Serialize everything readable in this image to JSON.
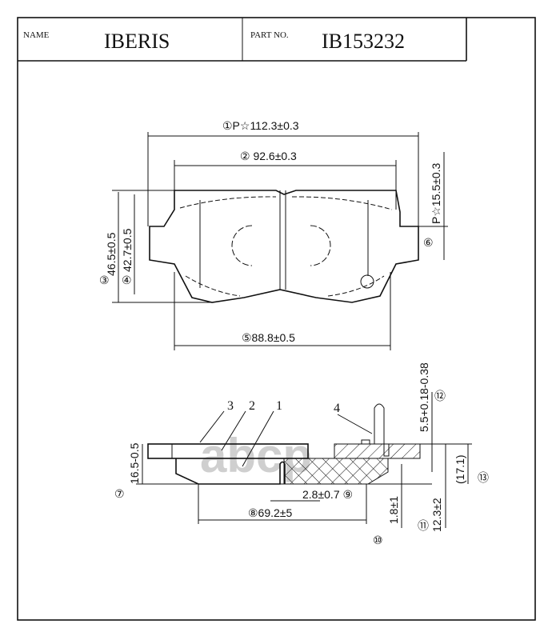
{
  "header": {
    "name_label": "NAME",
    "name_value": "IBERIS",
    "part_label": "PART NO.",
    "part_value": "IB153232"
  },
  "top_view": {
    "dim1": "①P☆112.3±0.3",
    "dim2": "② 92.6±0.3",
    "dim3": "46.5±0.5",
    "dim3_marker": "③",
    "dim4": "42.7±0.5",
    "dim4_marker": "④",
    "dim5": "⑤88.8±0.5",
    "dim6": "P☆15.5±0.3",
    "dim6_marker": "⑥"
  },
  "side_view": {
    "part_labels": [
      "1",
      "2",
      "3",
      "4"
    ],
    "dim7": "16.5-0.5",
    "dim7_marker": "⑦",
    "dim8": "⑧69.2±5",
    "dim9": "2.8±0.7 ⑨",
    "dim10": "1.8±1",
    "dim10_marker": "⑩",
    "dim11": "12.3±2",
    "dim11_marker": "⑪",
    "dim12": "5.5+0.18-0.38",
    "dim12_marker": "⑫",
    "dim13": "(17.1)",
    "dim13_marker": "⑬"
  },
  "watermark": "abcp"
}
